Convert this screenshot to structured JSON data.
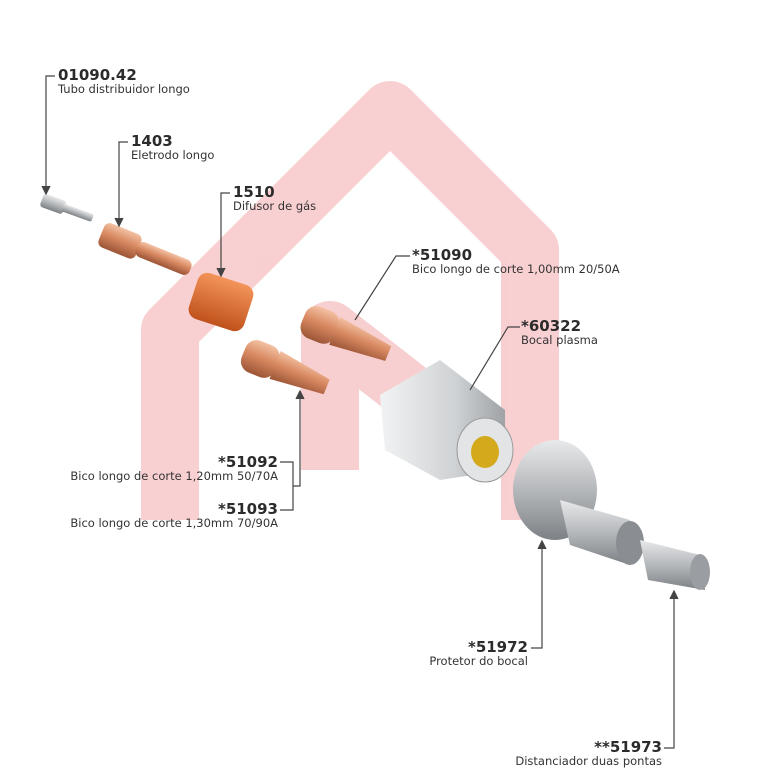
{
  "colors": {
    "watermark": "#f4a9ad",
    "copper": "#d98a62",
    "orange": "#e06a2a",
    "ceramic": "#d8dadb",
    "steel": "#b9bcbf",
    "leader": "#444444"
  },
  "parts": [
    {
      "code": "01090.42",
      "description": "Tubo distribuidor longo"
    },
    {
      "code": "1403",
      "description": "Eletrodo longo"
    },
    {
      "code": "1510",
      "description": "Difusor de gás"
    },
    {
      "code": "*51090",
      "description": "Bico longo de corte 1,00mm 20/50A"
    },
    {
      "code": "*60322",
      "description": "Bocal plasma"
    },
    {
      "code": "*51092",
      "description": "Bico longo de corte 1,20mm 50/70A"
    },
    {
      "code": "*51093",
      "description": "Bico longo de corte 1,30mm 70/90A"
    },
    {
      "code": "*51972",
      "description": "Protetor do bocal"
    },
    {
      "code": "**51973",
      "description": "Distanciador duas pontas"
    }
  ]
}
